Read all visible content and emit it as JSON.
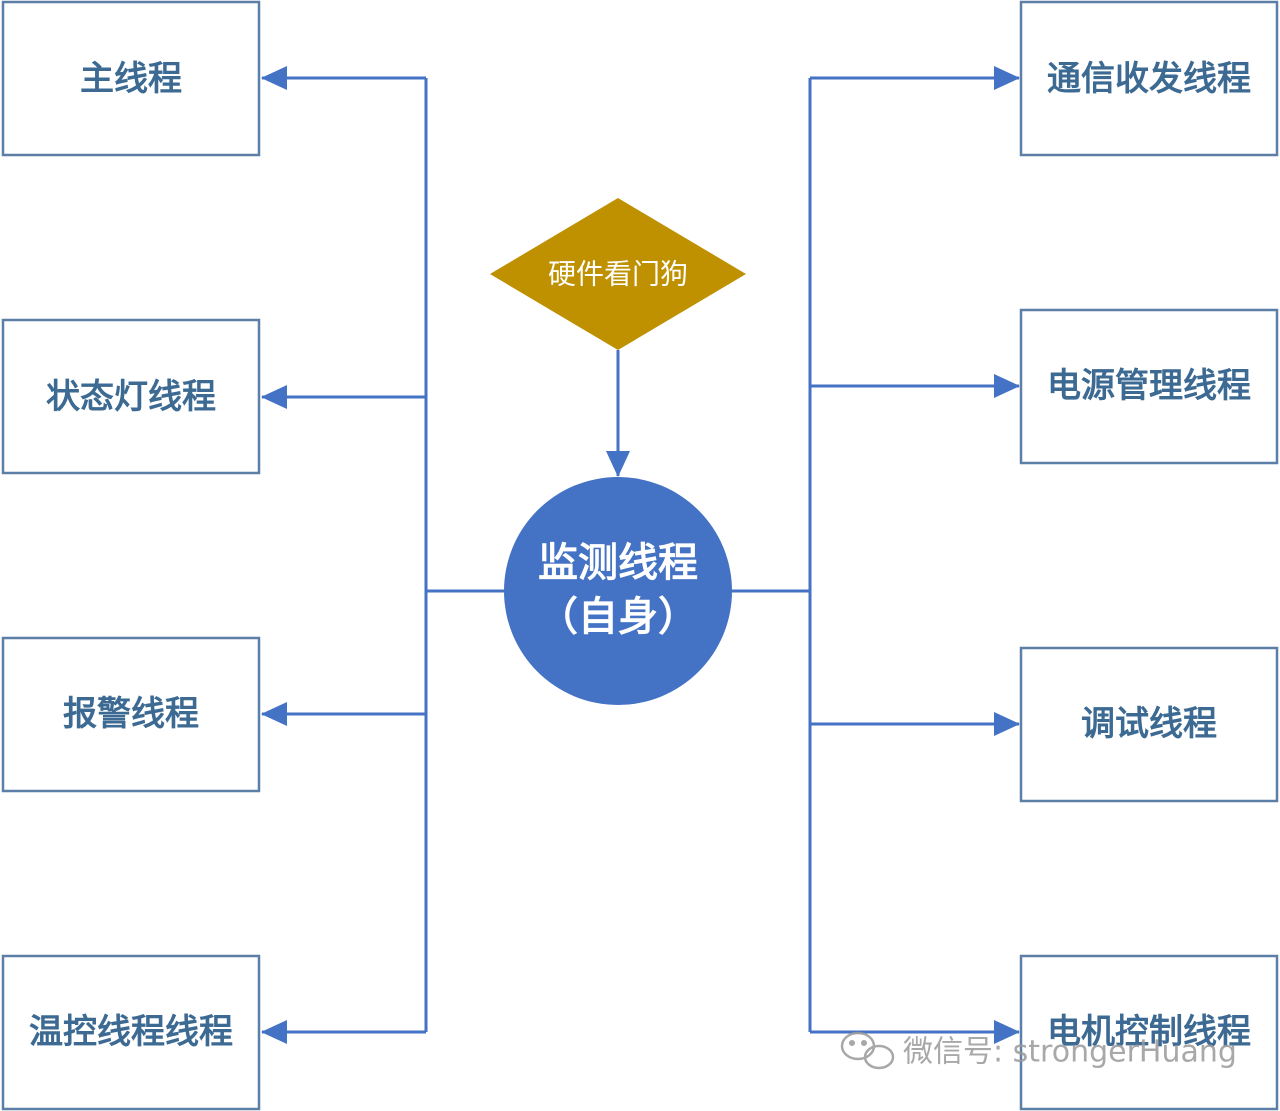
{
  "colors": {
    "line": "#4472c4",
    "center_fill": "#4472c4",
    "diamond_fill": "#bf9000",
    "box_stroke": "#5b7fa6",
    "box_text": "#3d6a93",
    "watermark": "#9a9a9a"
  },
  "center": {
    "line1": "监测线程",
    "line2": "（自身）"
  },
  "watchdog": {
    "label": "硬件看门狗"
  },
  "left_threads": [
    {
      "label": "主线程"
    },
    {
      "label": "状态灯线程"
    },
    {
      "label": "报警线程"
    },
    {
      "label": "温控线程线程"
    }
  ],
  "right_threads": [
    {
      "label": "通信收发线程"
    },
    {
      "label": "电源管理线程"
    },
    {
      "label": "调试线程"
    },
    {
      "label": "电机控制线程"
    }
  ],
  "watermark": {
    "text": "微信号: strongerHuang",
    "icon": "wechat-icon"
  }
}
